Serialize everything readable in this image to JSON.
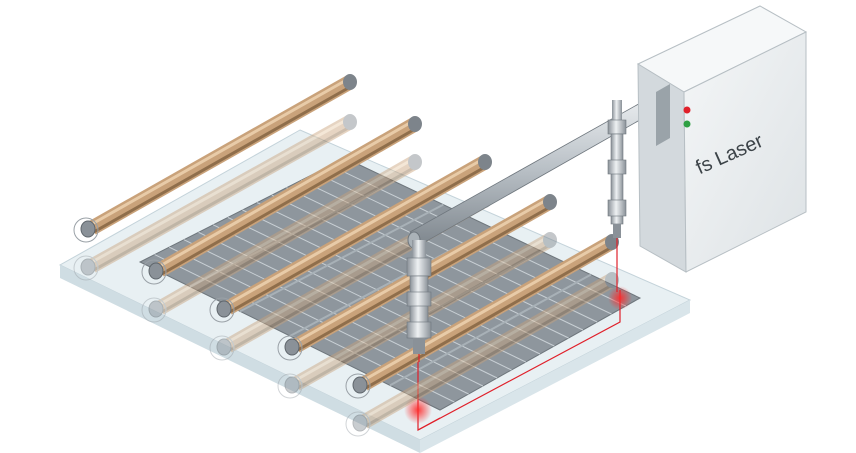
{
  "cabinet": {
    "label": "fs Laser",
    "indicators": [
      "red-light",
      "green-light"
    ]
  },
  "colors": {
    "background": "#ffffff",
    "rod": "#c9a27a",
    "rod_dark": "#9c7a55",
    "cap": "#8a8f96",
    "glass": "#dfe9ee",
    "panel": "#8d959c",
    "cell_line": "#c7ced3",
    "laser": "#e0202a",
    "steel": "#b9c0c6",
    "cabinet": "#eceff1"
  },
  "icons": {
    "rollers": "roller-icon",
    "laser_head": "laser-head-icon",
    "gantry": "gantry-arm-icon"
  }
}
